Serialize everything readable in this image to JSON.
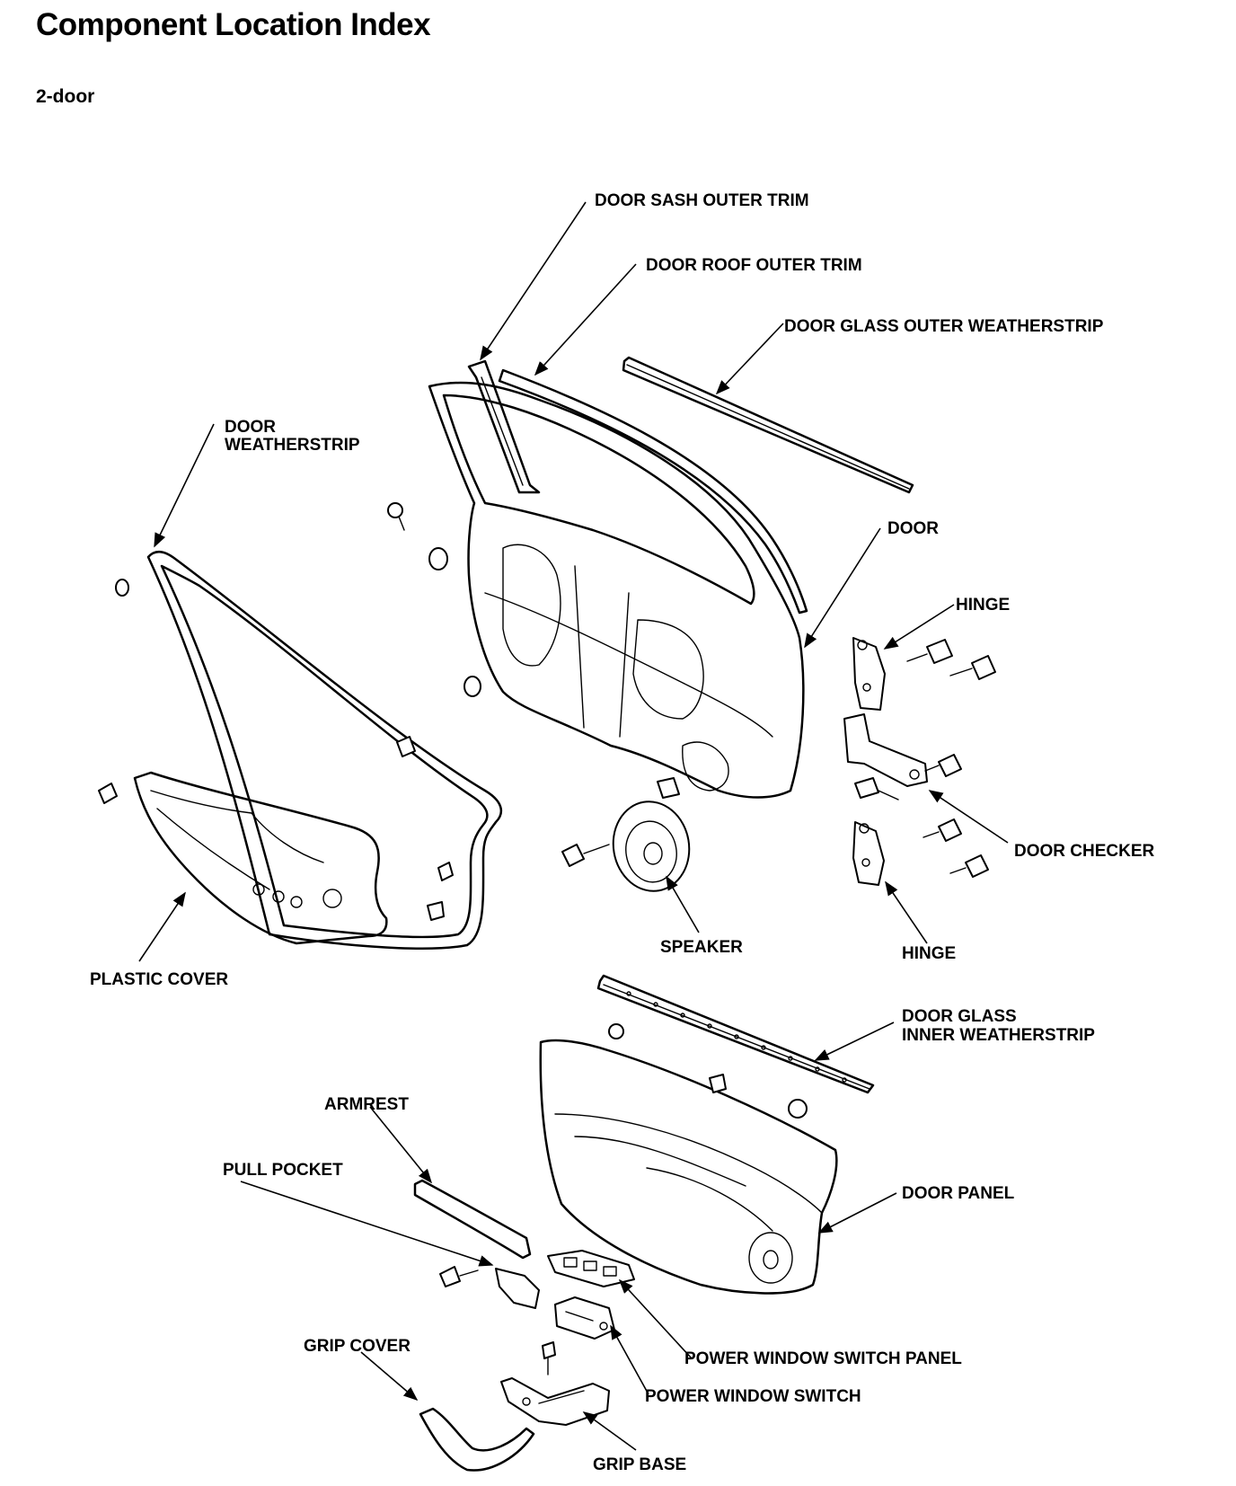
{
  "header": {
    "title": "Component Location Index",
    "subtitle": "2-door"
  },
  "labels": {
    "door_sash_outer_trim": "DOOR SASH OUTER TRIM",
    "door_roof_outer_trim": "DOOR ROOF OUTER TRIM",
    "door_glass_outer_weatherstrip": "DOOR GLASS OUTER WEATHERSTRIP",
    "door_weatherstrip_1": "DOOR",
    "door_weatherstrip_2": "WEATHERSTRIP",
    "door": "DOOR",
    "hinge_upper": "HINGE",
    "door_checker": "DOOR CHECKER",
    "speaker": "SPEAKER",
    "hinge_lower": "HINGE",
    "plastic_cover": "PLASTIC COVER",
    "door_glass_inner_weatherstrip_1": "DOOR GLASS",
    "door_glass_inner_weatherstrip_2": "INNER WEATHERSTRIP",
    "armrest": "ARMREST",
    "pull_pocket": "PULL POCKET",
    "door_panel": "DOOR PANEL",
    "grip_cover": "GRIP COVER",
    "power_window_switch_panel": "POWER WINDOW SWITCH PANEL",
    "power_window_switch": "POWER WINDOW SWITCH",
    "grip_base": "GRIP BASE"
  }
}
